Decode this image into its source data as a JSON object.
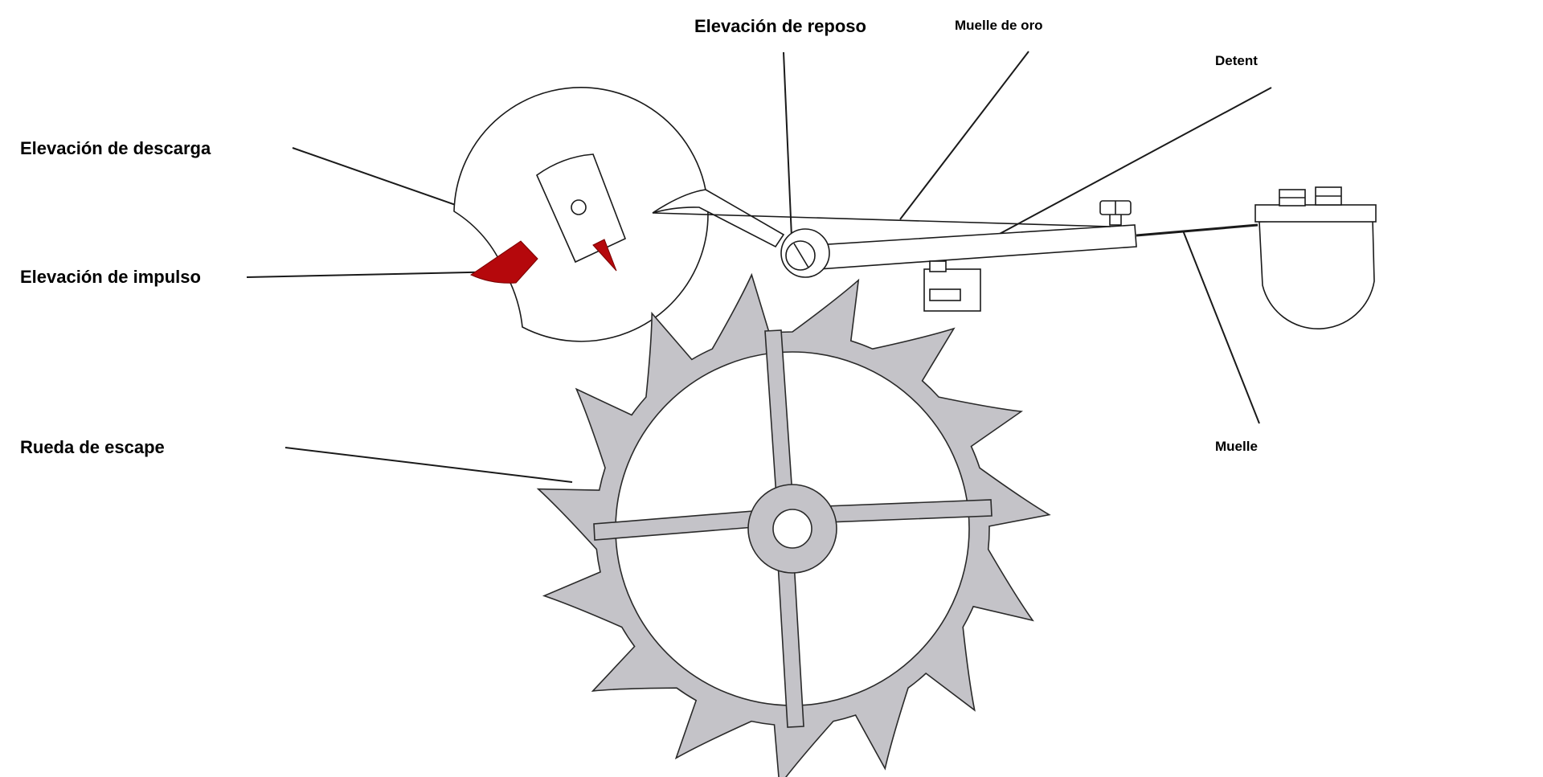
{
  "labels": {
    "elevacion_reposo": "Elevación de reposo",
    "muelle_oro": "Muelle de oro",
    "detent": "Detent",
    "elevacion_descarga": "Elevación de descarga",
    "elevacion_impulso": "Elevación de impulso",
    "rueda_escape": "Rueda de escape",
    "muelle": "Muelle"
  },
  "colors": {
    "escape_wheel_fill": "#c4c3c8",
    "pallet_red": "#b5080c",
    "line": "#1a1a1a"
  },
  "escape_wheel": {
    "tooth_count": 15
  }
}
